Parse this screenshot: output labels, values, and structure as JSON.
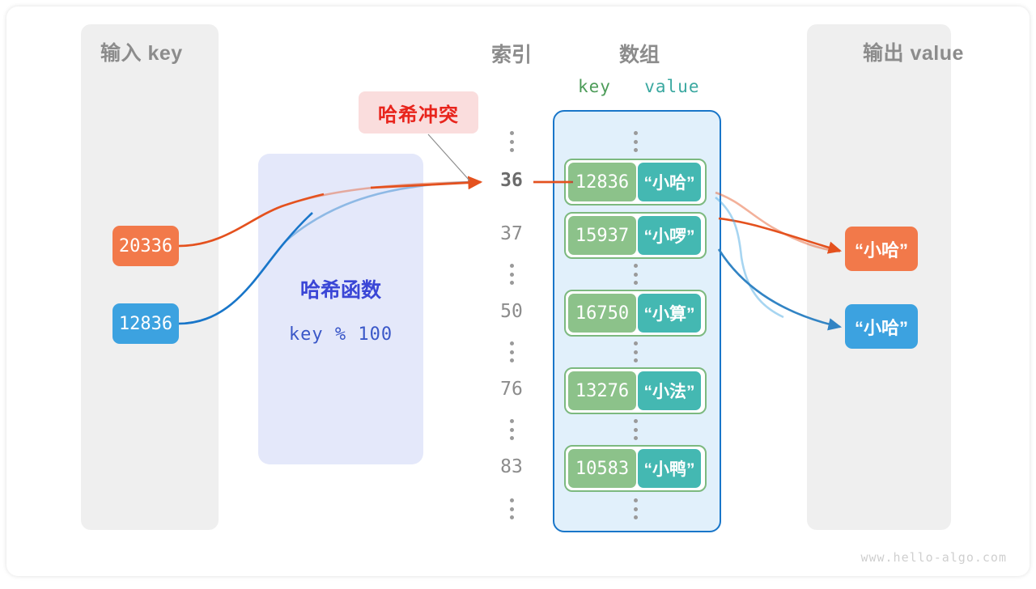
{
  "panels": {
    "input": {
      "title": "输入 key"
    },
    "output": {
      "title": "输出 value"
    }
  },
  "columns": {
    "index_title": "索引",
    "array_title": "数组",
    "key_header": "key",
    "value_header": "value"
  },
  "hash_function": {
    "title": "哈希函数",
    "expression": "key % 100"
  },
  "collision": {
    "label": "哈希冲突"
  },
  "inputs": [
    {
      "value": "20336",
      "color": "#f2794a"
    },
    {
      "value": "12836",
      "color": "#3ca2e0"
    }
  ],
  "outputs": [
    {
      "value": "“小哈”",
      "color": "#f2794a"
    },
    {
      "value": "“小哈”",
      "color": "#3ca2e0"
    }
  ],
  "array_rows": [
    {
      "kind": "dots"
    },
    {
      "kind": "cell",
      "index": "36",
      "highlight": true,
      "key": "12836",
      "value": "“小哈”"
    },
    {
      "kind": "cell",
      "index": "37",
      "highlight": false,
      "key": "15937",
      "value": "“小啰”"
    },
    {
      "kind": "dots"
    },
    {
      "kind": "cell",
      "index": "50",
      "highlight": false,
      "key": "16750",
      "value": "“小算”"
    },
    {
      "kind": "dots"
    },
    {
      "kind": "cell",
      "index": "76",
      "highlight": false,
      "key": "13276",
      "value": "“小法”"
    },
    {
      "kind": "dots"
    },
    {
      "kind": "cell",
      "index": "83",
      "highlight": false,
      "key": "10583",
      "value": "“小鸭”"
    },
    {
      "kind": "dots"
    }
  ],
  "watermark": "www.hello-algo.com",
  "colors": {
    "orange": "#f2794a",
    "orange_line": "#e4511e",
    "blue": "#3ca2e0",
    "blue_line": "#1976c9",
    "green_key": "#8cc28a",
    "teal_value": "#44b8b2",
    "collision_red": "#e8241c",
    "panel_gray": "#efefef",
    "hash_lavender": "#e4e8fa"
  }
}
